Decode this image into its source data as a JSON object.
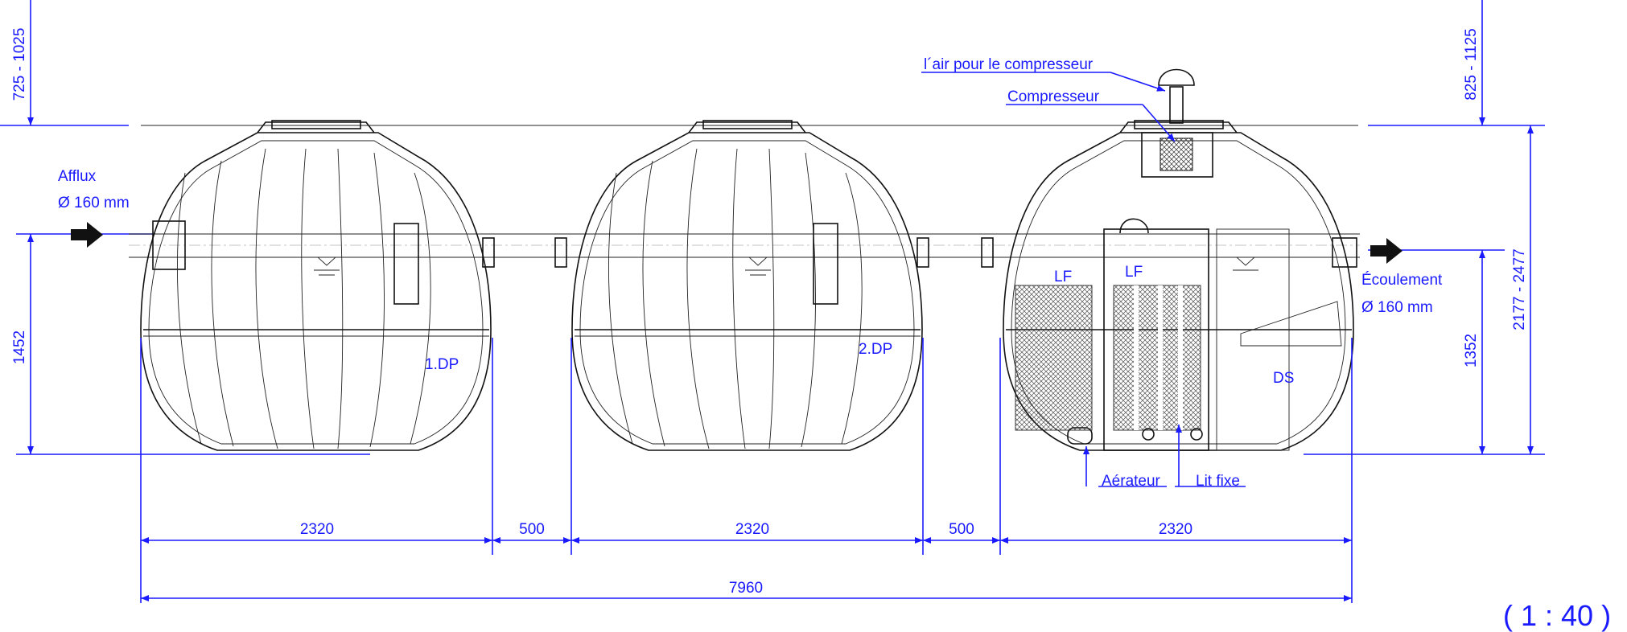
{
  "vertical_dims": {
    "left_top": "725 - 1025",
    "left_bottom": "1452",
    "right_top": "825 - 1125",
    "right_mid": "1352",
    "right_total": "2177 - 2477"
  },
  "horizontal_dims": {
    "tank1": "2320",
    "gap1": "500",
    "tank2": "2320",
    "gap2": "500",
    "tank3": "2320",
    "total": "7960"
  },
  "inlet": {
    "title": "Afflux",
    "diameter": "Ø 160 mm"
  },
  "outlet": {
    "title": "Écoulement",
    "diameter": "Ø 160 mm"
  },
  "tanks": {
    "tank1_label": "1.DP",
    "tank2_label": "2.DP",
    "lf1": "LF",
    "lf2": "LF",
    "ds": "DS"
  },
  "callouts": {
    "air": "l´air pour le compresseur",
    "compressor": "Compresseur",
    "aerator": "Aérateur",
    "fixed_bed": "Lit fixe"
  },
  "scale": "( 1 : 40 )",
  "colors": {
    "dimension": "#1a1aff",
    "drawing": "#111111",
    "arrow": "#111111"
  }
}
